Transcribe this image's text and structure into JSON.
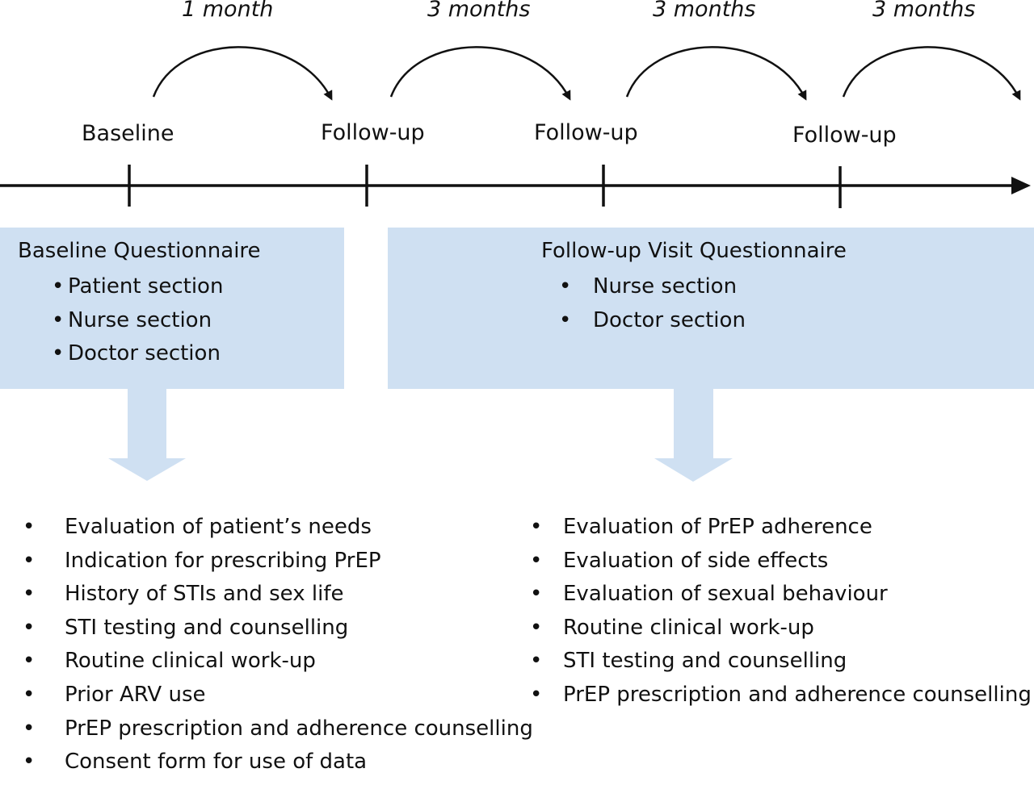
{
  "intervals": [
    "1 month",
    "3 months",
    "3 months",
    "3 months"
  ],
  "stages": [
    "Baseline",
    "Follow-up",
    "Follow-up",
    "Follow-up"
  ],
  "baseline_box": {
    "title": "Baseline Questionnaire",
    "items": [
      "Patient section",
      "Nurse section",
      "Doctor section"
    ]
  },
  "followup_box": {
    "title": "Follow-up Visit Questionnaire",
    "items": [
      "Nurse section",
      "Doctor section"
    ]
  },
  "baseline_outcomes": [
    "Evaluation of patient’s needs",
    "Indication for prescribing PrEP",
    "History of STIs and sex life",
    "STI testing and counselling",
    "Routine clinical work-up",
    "Prior ARV use",
    "PrEP prescription and adherence counselling",
    "Consent form for use of data"
  ],
  "followup_outcomes": [
    "Evaluation of PrEP adherence",
    "Evaluation of side effects",
    "Evaluation of sexual behaviour",
    "Routine clinical work-up",
    "STI testing and counselling",
    "PrEP prescription and adherence counselling"
  ],
  "colors": {
    "box_fill": "#cfe0f2",
    "line": "#111111"
  }
}
